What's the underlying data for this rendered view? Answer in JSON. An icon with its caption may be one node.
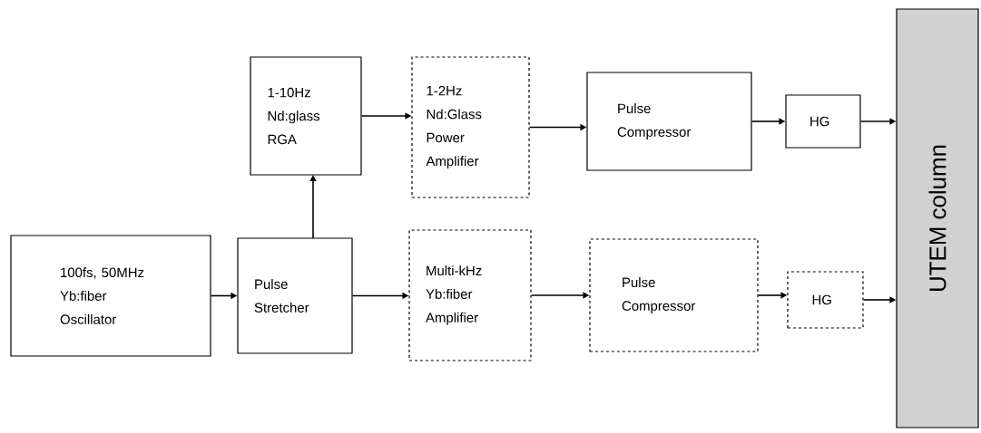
{
  "diagram": {
    "nodes": [
      {
        "text": [
          "100fs, 50MHz Yb:fiber Oscillator"
        ]
      },
      {
        "text": [
          "Pulse Stretcher"
        ]
      },
      {
        "text": [
          "1-10Hz Nd:glass RGA"
        ]
      },
      {
        "text": [
          "1-2Hz Nd:Glass Power Amplifier"
        ]
      },
      {
        "text": [
          "Pulse Compressor"
        ]
      },
      {
        "text": [
          "HG"
        ]
      },
      {
        "text": [
          "Multi-kHz Yb:fiber Amplifier"
        ]
      },
      {
        "text": [
          "Pulse Compressor"
        ]
      },
      {
        "text": [
          "HG"
        ]
      },
      {
        "text": [
          "UTEM column"
        ]
      }
    ],
    "edges": [
      {
        "from": 0,
        "to": 1,
        "arrow": "to"
      },
      {
        "from": 1,
        "to": 2,
        "arrow": "to"
      },
      {
        "from": 2,
        "to": 3,
        "arrow": "to"
      },
      {
        "from": 3,
        "to": 4,
        "arrow": "to"
      },
      {
        "from": 4,
        "to": 5,
        "arrow": "to"
      },
      {
        "from": 5,
        "to": 9,
        "arrow": "to"
      },
      {
        "from": 1,
        "to": 6,
        "arrow": "to"
      },
      {
        "from": 6,
        "to": 7,
        "arrow": "to"
      },
      {
        "from": 7,
        "to": 8,
        "arrow": "to"
      },
      {
        "from": 8,
        "to": 9,
        "arrow": "to"
      }
    ]
  }
}
